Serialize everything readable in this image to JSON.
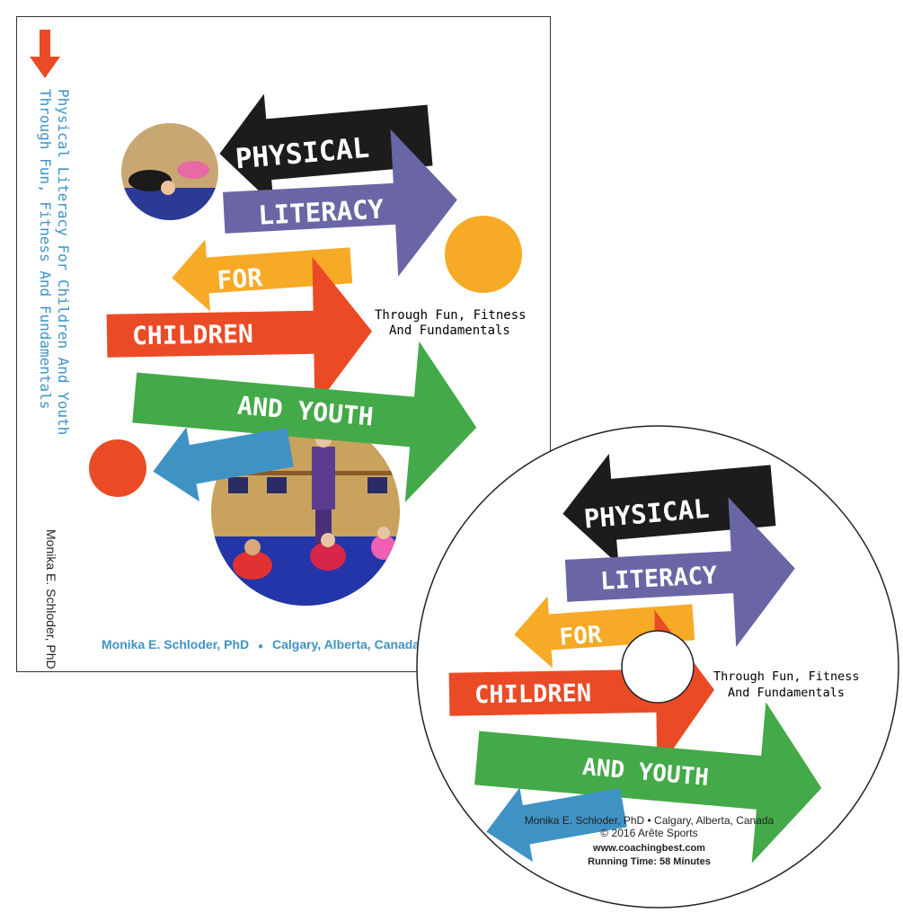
{
  "cover": {
    "spine_title_line1": "Physical Literacy For Children And Youth",
    "spine_title_line2": "Through Fun, Fitness And Fundamentals",
    "spine_author": "Monika E. Schloder, PhD",
    "arrow_words": [
      "PHYSICAL",
      "LITERACY",
      "FOR",
      "CHILDREN",
      "AND YOUTH"
    ],
    "subtitle_line1": "Through Fun, Fitness",
    "subtitle_line2": "And Fundamentals",
    "byline_author": "Monika E. Schloder, PhD",
    "byline_location": "Calgary, Alberta, Canada"
  },
  "disc": {
    "arrow_words": [
      "PHYSICAL",
      "LITERACY",
      "FOR",
      "CHILDREN",
      "AND YOUTH"
    ],
    "subtitle_line1": "Through Fun, Fitness",
    "subtitle_line2": "And Fundamentals",
    "credit_line": "Monika E. Schloder, PhD  •  Calgary, Alberta, Canada",
    "copyright": "© 2016 Arête Sports",
    "website": "www.coachingbest.com",
    "running_time": "Running Time: 58 Minutes"
  },
  "colors": {
    "black": "#1c1c1c",
    "purple": "#6a66a5",
    "yellow": "#f6aa25",
    "red": "#ea4b26",
    "green": "#44a948",
    "blue": "#3f93c4"
  }
}
